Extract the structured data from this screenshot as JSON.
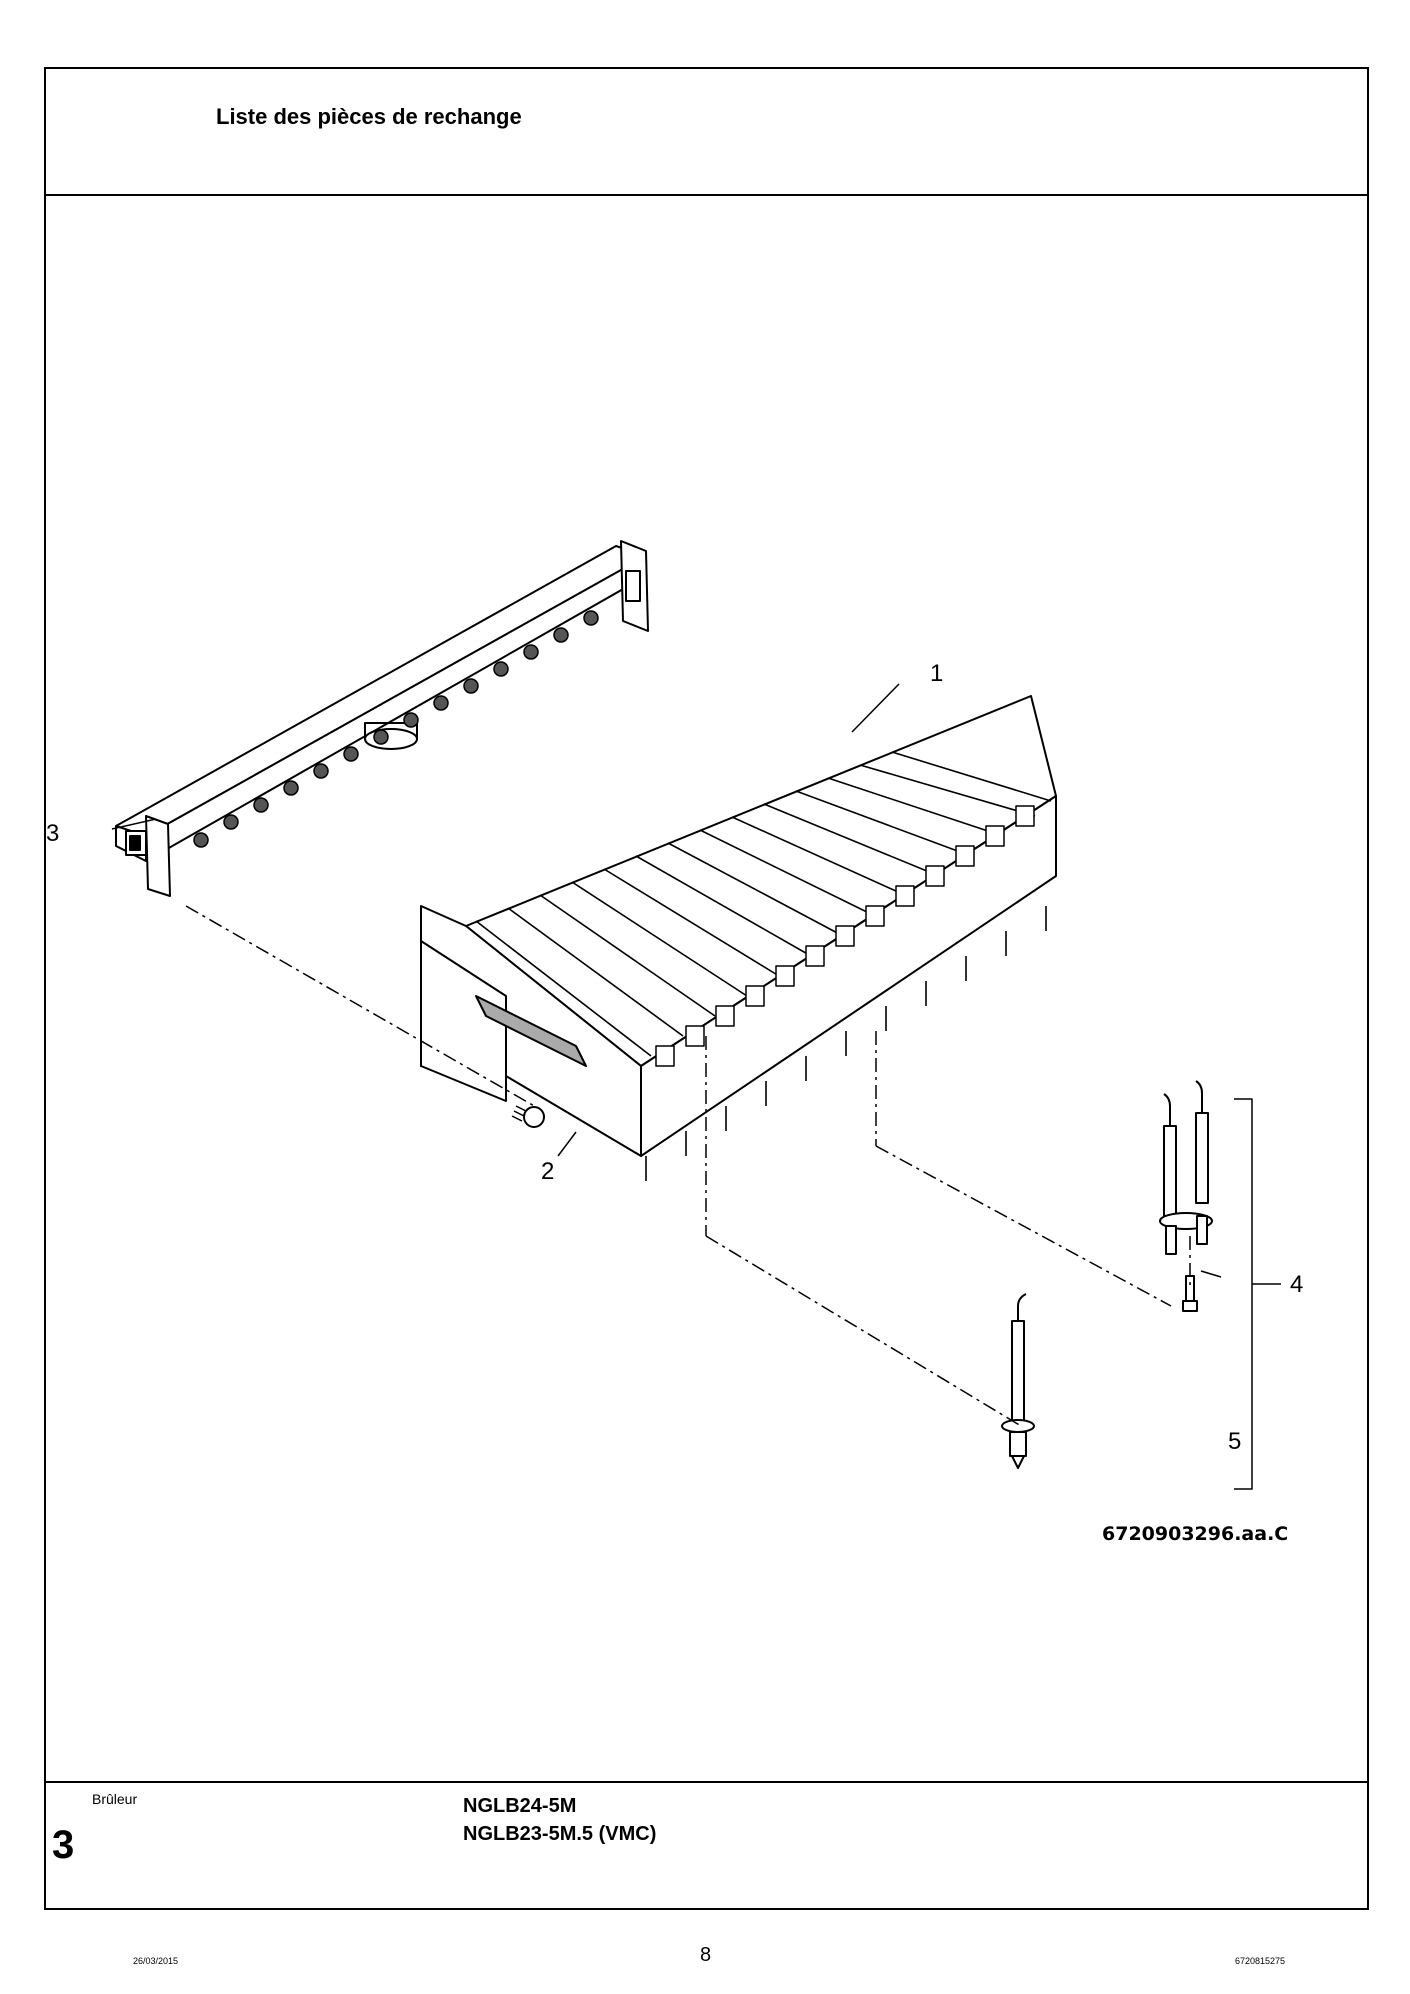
{
  "header": {
    "title": "Liste des pièces de rechange"
  },
  "drawing": {
    "callouts": [
      "1",
      "2",
      "3",
      "4",
      "5"
    ],
    "reference_code": "6720903296.aa.C"
  },
  "footer": {
    "section_name": "Brûleur",
    "section_number": "3",
    "models": [
      "NGLB24-5M",
      "NGLB23-5M.5 (VMC)"
    ]
  },
  "page": {
    "date": "26/03/2015",
    "number": "8",
    "doc_number": "6720815275"
  }
}
